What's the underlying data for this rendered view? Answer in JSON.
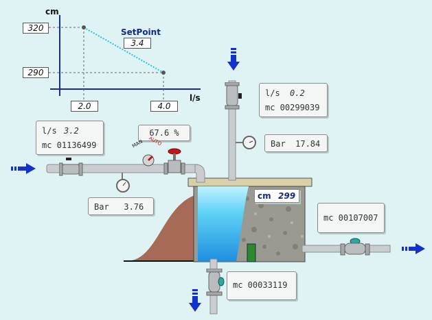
{
  "chart": {
    "y_unit": "cm",
    "x_unit": "l/s",
    "y_top": "320",
    "y_bottom": "290",
    "x_left": "2.0",
    "x_right": "4.0",
    "setpoint_label": "SetPoint",
    "setpoint_value": "3.4"
  },
  "inlet": {
    "flow_unit": "l/s",
    "flow_value": "3.2",
    "meter": "mc 01136499",
    "valve_percent": "67.6 %",
    "pressure": "Bar   3.76",
    "man_label": "MAN",
    "auto_label": "AUTO"
  },
  "top_inlet": {
    "flow_unit": "l/s",
    "flow_value": "0.2",
    "meter": "mc 00299039",
    "pressure": "Bar  17.84"
  },
  "tank": {
    "level_unit": "cm",
    "level_value": "299"
  },
  "outlet_right": {
    "meter": "mc 00107007"
  },
  "outlet_bottom": {
    "meter": "mc 00033119"
  },
  "colors": {
    "background": "#dff3f5",
    "pipe": "#c9cdd0",
    "water": "#4fc9f3",
    "arrow": "#1133cc",
    "earth": "#a26652",
    "setpoint_line": "#1ec9e0"
  }
}
